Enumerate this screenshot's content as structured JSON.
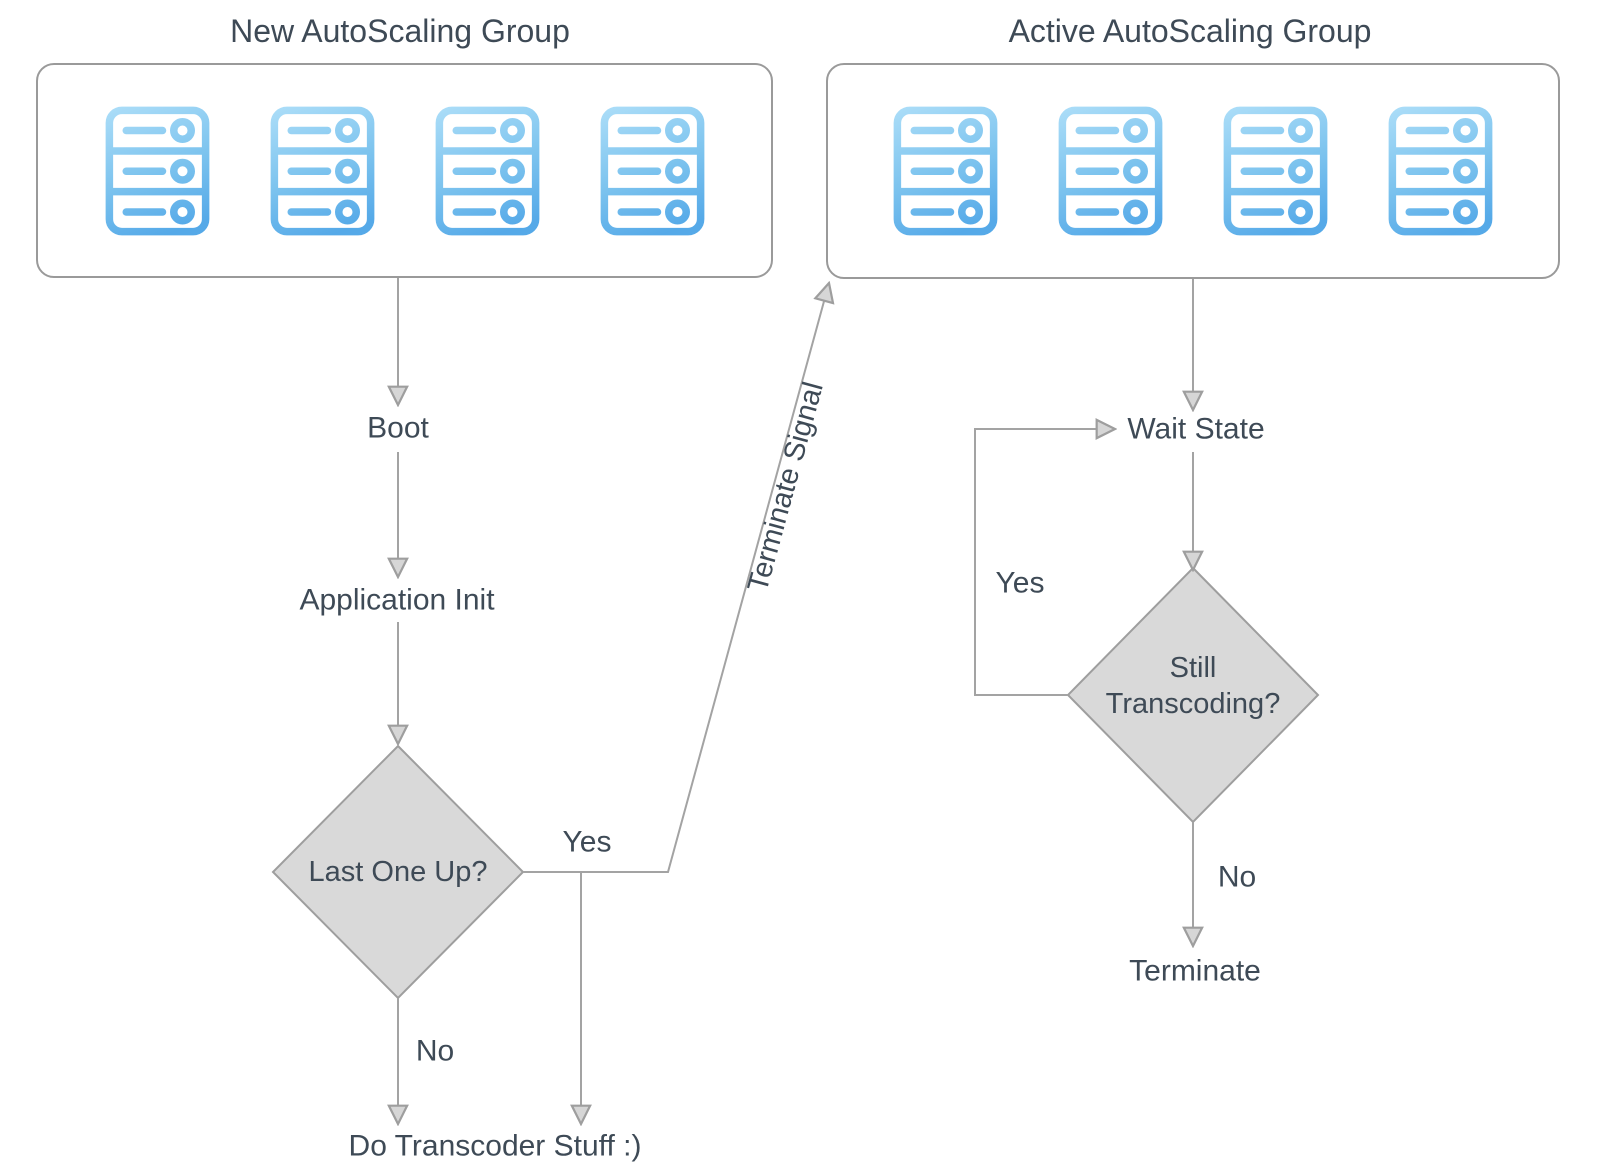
{
  "diagram": {
    "groups": [
      {
        "title": "New AutoScaling Group",
        "server_count": 4
      },
      {
        "title": "Active AutoScaling Group",
        "server_count": 4
      }
    ],
    "left_flow": {
      "step1": "Boot",
      "step2": "Application Init",
      "decision": "Last One Up?",
      "yes_label": "Yes",
      "no_label": "No",
      "no_target": "Do Transcoder Stuff :)",
      "yes_edge_label": "Terminate Signal"
    },
    "right_flow": {
      "step1": "Wait State",
      "decision_line1": "Still",
      "decision_line2": "Transcoding?",
      "yes_label": "Yes",
      "no_label": "No",
      "no_target": "Terminate"
    },
    "colors": {
      "connector_line": "#a3a3a3",
      "arrowhead_fill": "#d6d6d6",
      "diamond_fill": "#d9d9d9",
      "diamond_stroke": "#9e9e9e",
      "text": "#3e4a56",
      "box_border": "#9a9a9a",
      "server_icon_gradient_top": "#abddf8",
      "server_icon_gradient_bottom": "#55a9e8"
    }
  }
}
